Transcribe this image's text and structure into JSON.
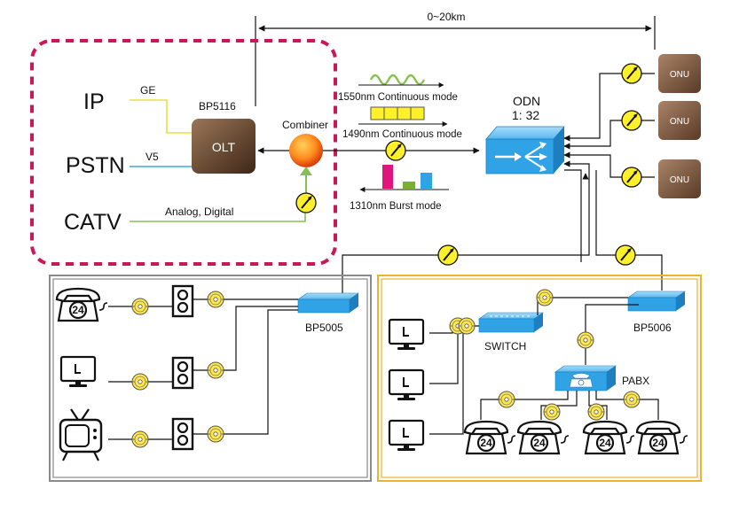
{
  "distance": "0~20km",
  "services": {
    "ip": "IP",
    "pstn": "PSTN",
    "catv": "CATV"
  },
  "links": {
    "ge": "GE",
    "v5": "V5",
    "analog": "Analog, Digital"
  },
  "olt": {
    "model": "BP5116",
    "label": "OLT"
  },
  "combiner": "Combiner",
  "wavelengths": {
    "w1550": "1550nm Continuous mode",
    "w1490": "1490nm Continuous mode",
    "w1310": "1310nm Burst mode"
  },
  "odn": {
    "title": "ODN",
    "ratio": "1: 32"
  },
  "onus": [
    "ONU",
    "ONU",
    "ONU"
  ],
  "left_unit": "BP5005",
  "right_unit": "BP5006",
  "switch": "SWITCH",
  "pabx": "PABX",
  "phone_number": "24",
  "colors": {
    "dashed_box": "#c8185a",
    "left_box": "#8a8a8a",
    "right_box": "#f0b030",
    "switch_blue": "#2fa3e6",
    "olt_brown": "#6a4a34",
    "onu_brown": "#7a5b46",
    "splice_yellow": "#ffe84a",
    "ge_line": "#e8e040",
    "v5_line": "#38a8e0",
    "catv_line": "#88c050",
    "burst_bars": [
      "#e0147a",
      "#78b030",
      "#2fa3e6"
    ]
  }
}
